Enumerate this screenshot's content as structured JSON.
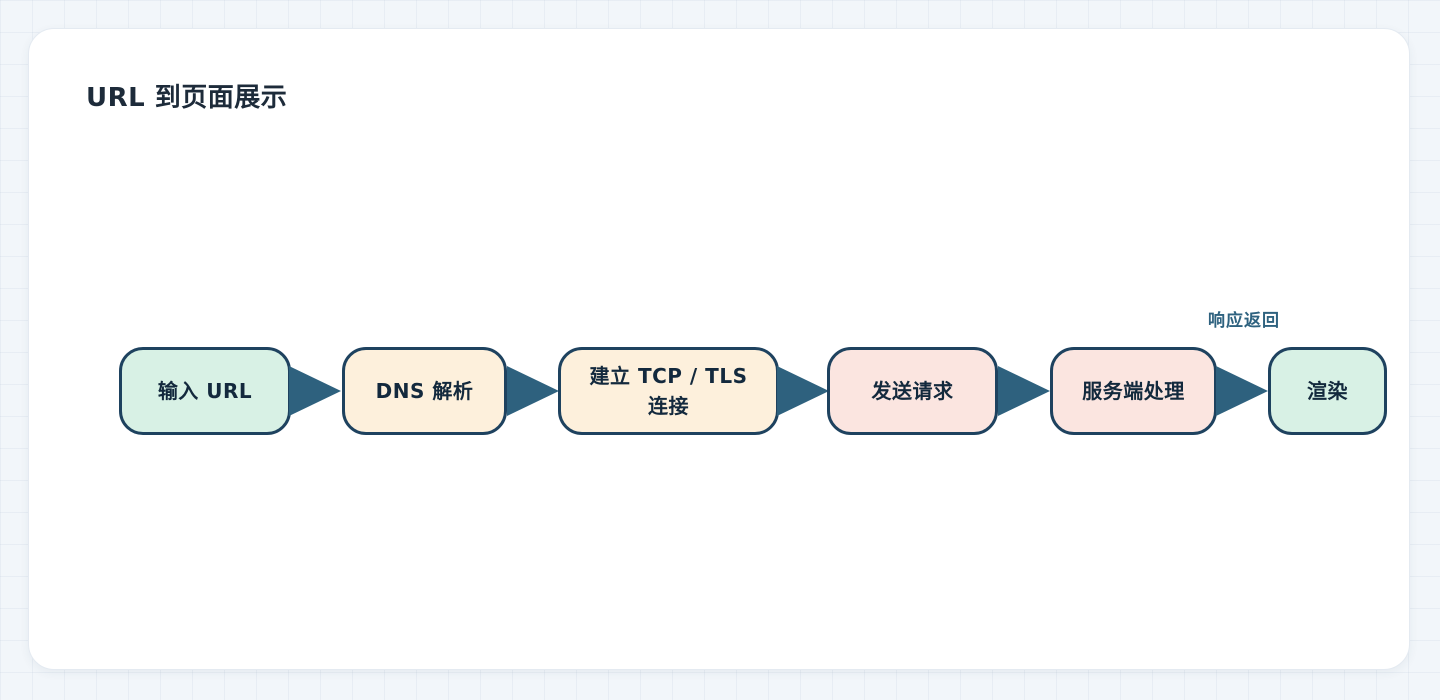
{
  "canvas": {
    "title": "URL 到页面展示"
  },
  "flow": {
    "nodes": [
      {
        "label": "输入 URL",
        "fill": "#d8f1e5"
      },
      {
        "label": "DNS 解析",
        "fill": "#fdf0dc"
      },
      {
        "label": "建立 TCP / TLS 连接",
        "fill": "#fdf0dc"
      },
      {
        "label": "发送请求",
        "fill": "#fbe5e0"
      },
      {
        "label": "服务端处理",
        "fill": "#fbe5e0"
      },
      {
        "label": "渲染",
        "fill": "#d8f1e5"
      }
    ],
    "edge_label": "响应返回",
    "colors": {
      "node_border": "#1e425f",
      "node_text": "#13293d",
      "arrow": "#2e617e",
      "edge_label_text": "#2e627f",
      "title_text": "#1d2b3a"
    }
  }
}
